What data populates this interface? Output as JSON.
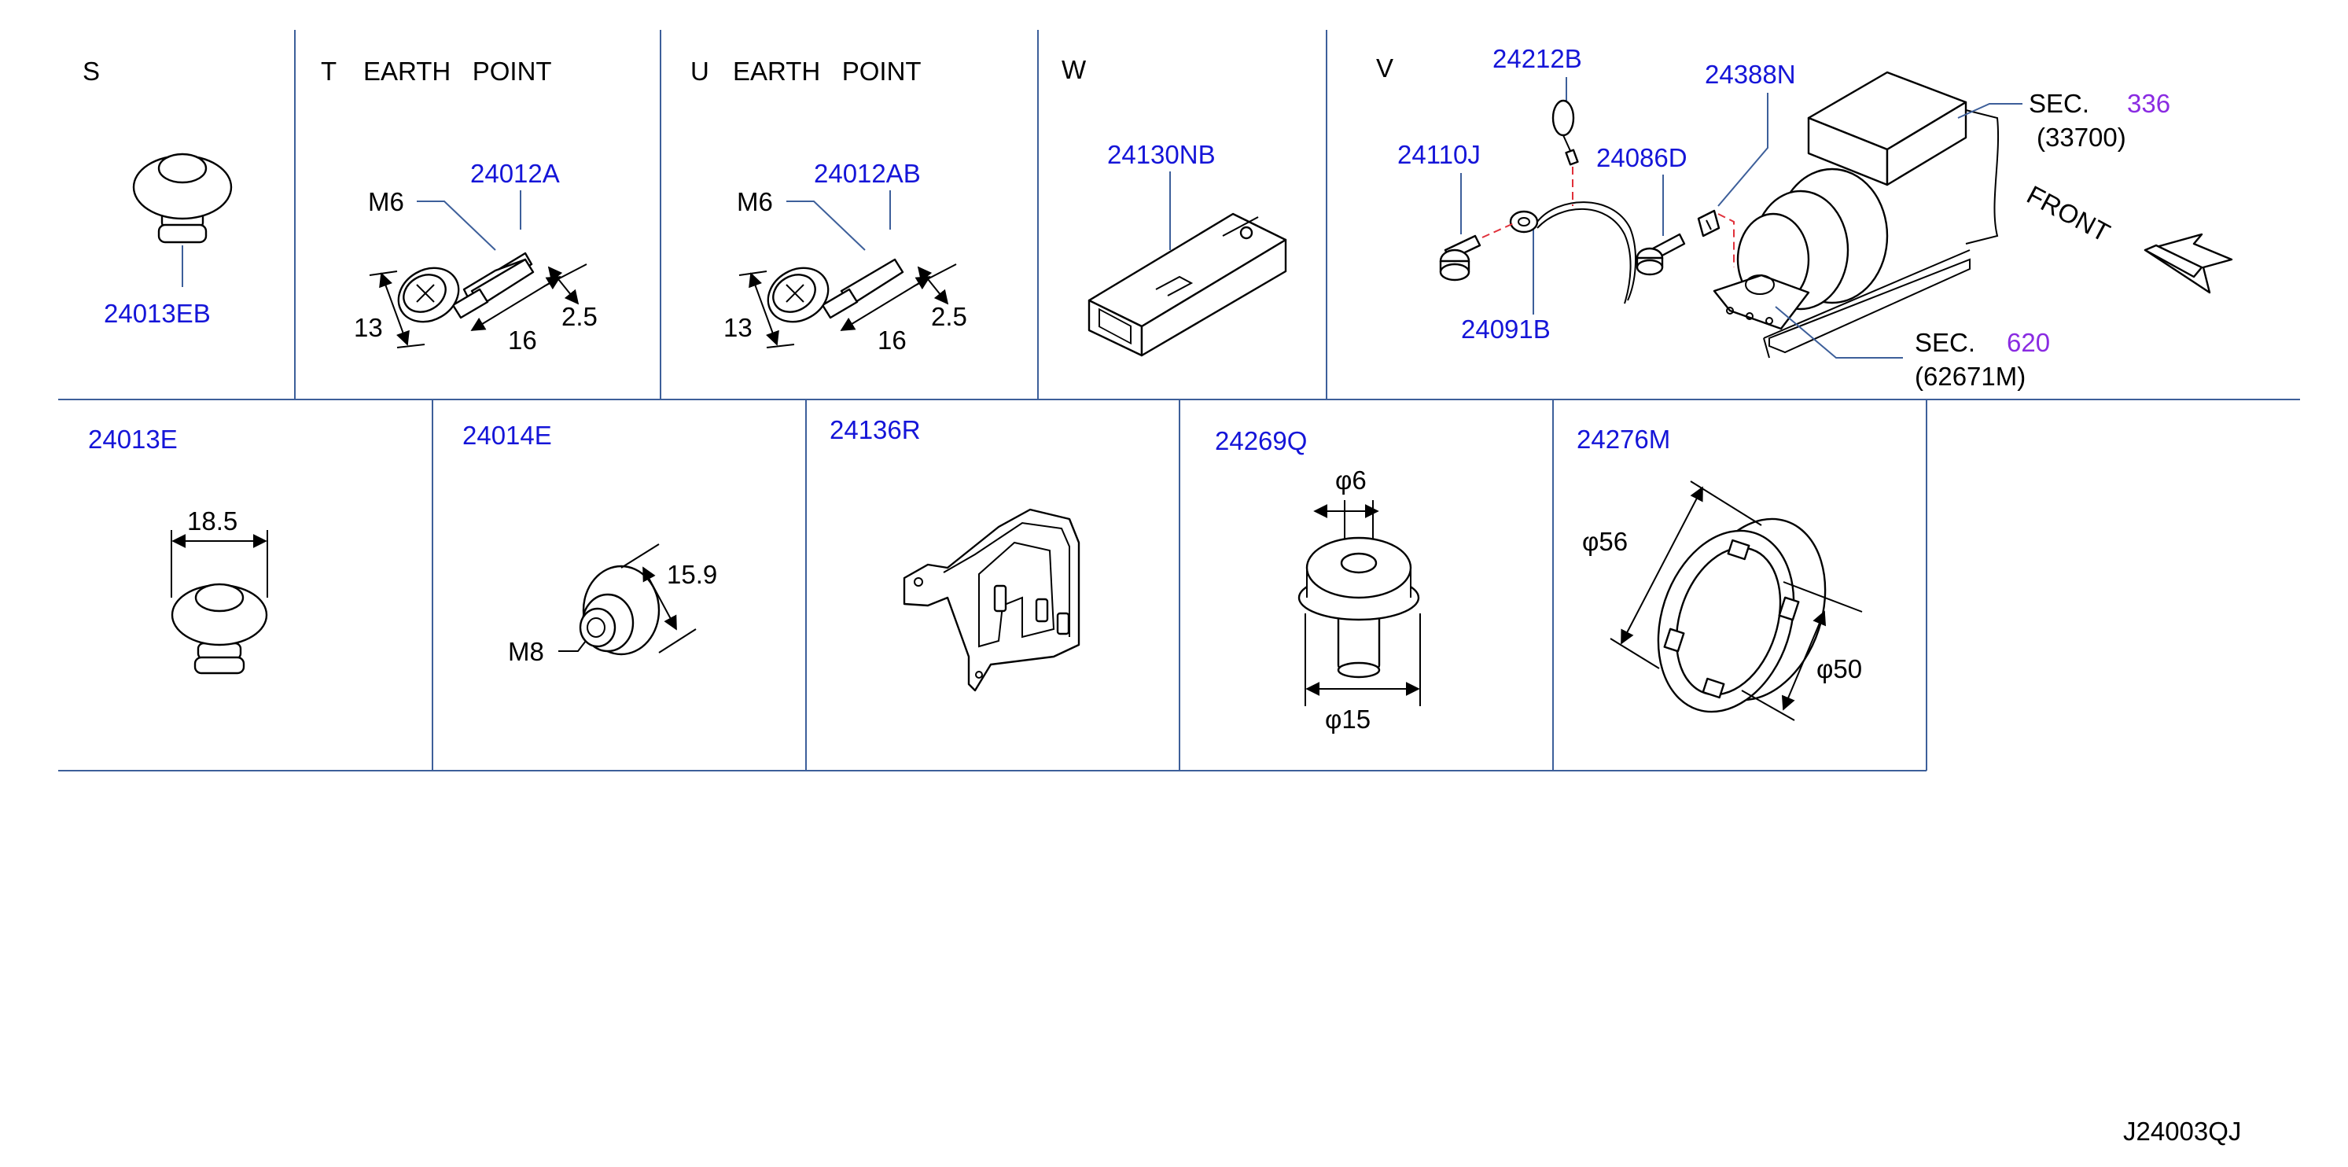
{
  "panels": {
    "S": {
      "letter": "S",
      "part": "24013EB"
    },
    "T": {
      "letter": "T",
      "title": "EARTH   POINT",
      "part": "24012A",
      "thread": "M6",
      "dim_a": "13",
      "dim_b": "16",
      "dim_c": "2.5"
    },
    "U": {
      "letter": "U",
      "title": "EARTH   POINT",
      "part": "24012AB",
      "thread": "M6",
      "dim_a": "13",
      "dim_b": "16",
      "dim_c": "2.5"
    },
    "W": {
      "letter": "W",
      "part": "24130NB"
    },
    "V": {
      "letter": "V",
      "parts": {
        "p1": "24212B",
        "p2": "24388N",
        "p3": "24110J",
        "p4": "24086D",
        "p5": "24091B"
      },
      "sec1": {
        "word": "SEC.",
        "num": "336",
        "ref": "(33700)"
      },
      "sec2": {
        "word": "SEC.",
        "num": "620",
        "ref": "(62671M)"
      },
      "front": "FRONT"
    },
    "E1": {
      "part": "24013E",
      "dim": "18.5"
    },
    "E2": {
      "part": "24014E",
      "dim": "15.9",
      "thread": "M8"
    },
    "E3": {
      "part": "24136R"
    },
    "E4": {
      "part": "24269Q",
      "dim_top": "φ6",
      "dim_bottom": "φ15"
    },
    "E5": {
      "part": "24276M",
      "dim_outer": "φ56",
      "dim_inner": "φ50"
    }
  },
  "diagram_code": "J24003QJ",
  "colors": {
    "part_number": "#1515d8",
    "section_number": "#8a2be2",
    "grid": "#3d5f9a",
    "line": "#000000",
    "hidden_line": "#e0303a"
  }
}
